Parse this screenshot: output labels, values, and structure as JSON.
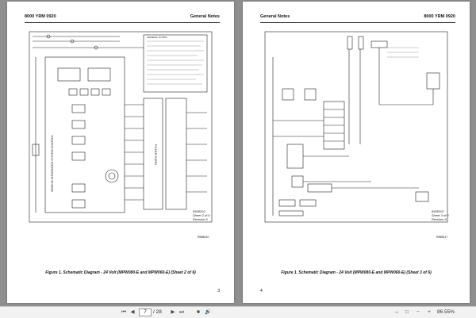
{
  "left_page": {
    "header_left": "8000 YRM 0920",
    "header_right": "General Notes",
    "sheet_ref": [
      "8508202",
      "Sheet 2 of 6",
      "Revision 6"
    ],
    "diagram_code": "RB88110",
    "figure_caption": "Figure 1. Schematic Diagram - 24 Volt (MPW080-E and MPW060-E) (Sheet 2 of 6)",
    "page_number": "3",
    "center_label": "FILLER CARD",
    "vertical_label": "VEHICLE INTEGRATED SYSTEM CONTROL",
    "notes_title": "GENERAL NOTES:"
  },
  "right_page": {
    "header_left": "General Notes",
    "header_right": "8000 YRM 0920",
    "sheet_ref": [
      "8508202",
      "Sheet 3 of 6",
      "Revision 6"
    ],
    "diagram_code": "RB88117",
    "figure_caption": "Figure 1. Schematic Diagram - 24 Volt (MPW080-E and MPW060-E) (Sheet 3 of 6)",
    "page_number": "4"
  },
  "toolbar": {
    "current_page": "7",
    "page_total": "/ 28",
    "zoom": "86.55%",
    "icons": [
      "first-page-icon",
      "previous-page-icon",
      "next-page-icon",
      "last-page-icon",
      "stop-icon",
      "volume-icon",
      "fit-width-icon",
      "fit-page-icon",
      "zoom-out-icon",
      "zoom-in-icon"
    ]
  }
}
